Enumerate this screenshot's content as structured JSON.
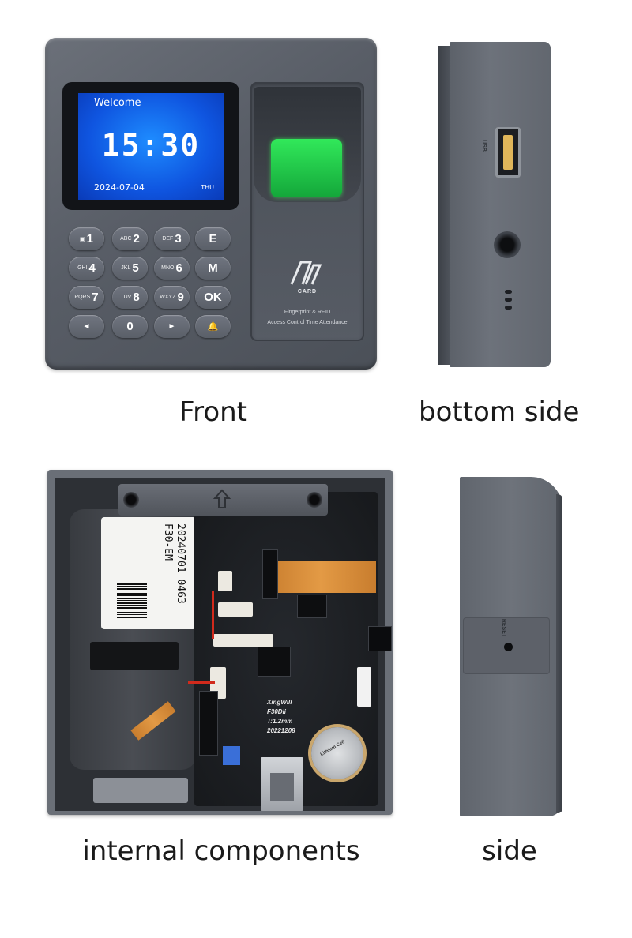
{
  "captions": {
    "front": "Front",
    "bottom_side": "bottom side",
    "internal": "internal components",
    "side": "side"
  },
  "lcd": {
    "welcome": "Welcome",
    "time": "15:30",
    "date": "2024-07-04",
    "day": "THU"
  },
  "keypad": {
    "keys": [
      {
        "sub": "",
        "main": "1"
      },
      {
        "sub": "ABC",
        "main": "2"
      },
      {
        "sub": "DEF",
        "main": "3"
      },
      {
        "sub": "",
        "main": "E"
      },
      {
        "sub": "GHI",
        "main": "4"
      },
      {
        "sub": "JKL",
        "main": "5"
      },
      {
        "sub": "MNO",
        "main": "6"
      },
      {
        "sub": "",
        "main": "M"
      },
      {
        "sub": "PQRS",
        "main": "7"
      },
      {
        "sub": "TUV",
        "main": "8"
      },
      {
        "sub": "WXYZ",
        "main": "9"
      },
      {
        "sub": "",
        "main": "OK"
      },
      {
        "sub": "",
        "main": "◄"
      },
      {
        "sub": "",
        "main": "0"
      },
      {
        "sub": "",
        "main": "►"
      },
      {
        "sub": "",
        "main": "🔔"
      }
    ]
  },
  "fingerprint_panel": {
    "logo_text": "CARD",
    "line1": "Fingerprint & RFID",
    "line2": "Access Control Time Attendance"
  },
  "bottom": {
    "usb_label": "USB"
  },
  "internal": {
    "sticker_serial": "20240701 0463",
    "sticker_model": "F30-EM",
    "pcb_brand": "XingWill",
    "pcb_model": "F30Dii",
    "pcb_thickness": "T:1.2mm",
    "pcb_date": "20221208",
    "battery_text": "Lithium Cell"
  },
  "side": {
    "reset_label": "RESET"
  },
  "colors": {
    "lcd_blue": "#0f55e0",
    "sensor_green": "#22c94a",
    "case_gray": "#5f646c"
  }
}
